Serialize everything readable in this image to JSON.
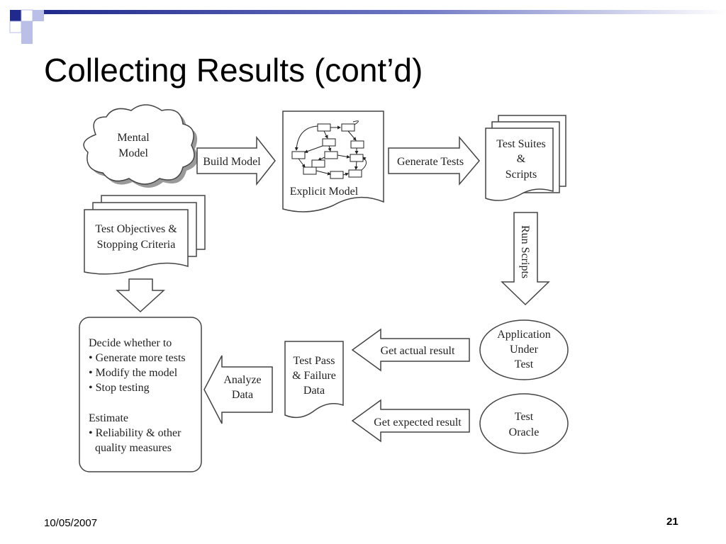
{
  "slide": {
    "title": "Collecting Results (cont’d)",
    "date": "10/05/2007",
    "page_number": "21"
  },
  "diagram": {
    "mental_model": [
      "Mental",
      "Model"
    ],
    "build_model": "Build Model",
    "explicit_model": "Explicit Model",
    "generate_tests": "Generate Tests",
    "test_suites": [
      "Test Suites",
      "&",
      "Scripts"
    ],
    "test_objectives": [
      "Test Objectives &",
      "Stopping Criteria"
    ],
    "run_scripts": "Run Scripts",
    "application_under_test": [
      "Application",
      "Under",
      "Test"
    ],
    "test_oracle": [
      "Test",
      "Oracle"
    ],
    "get_actual_result": "Get actual result",
    "get_expected_result": "Get expected result",
    "test_pass_failure": [
      "Test Pass",
      "& Failure",
      "Data"
    ],
    "analyze_data": [
      "Analyze",
      "Data"
    ],
    "decision": {
      "heading": "Decide whether to",
      "options": [
        "• Generate more tests",
        "• Modify the model",
        "• Stop testing"
      ],
      "estimate_heading": "Estimate",
      "estimate_items": [
        "• Reliability & other",
        "quality measures"
      ]
    }
  },
  "colors": {
    "accent_dark": "#1f2a8c",
    "accent_light": "#b9bfe6",
    "outline": "#4a4a4a",
    "cloud_shadow": "#9a9a9a"
  }
}
